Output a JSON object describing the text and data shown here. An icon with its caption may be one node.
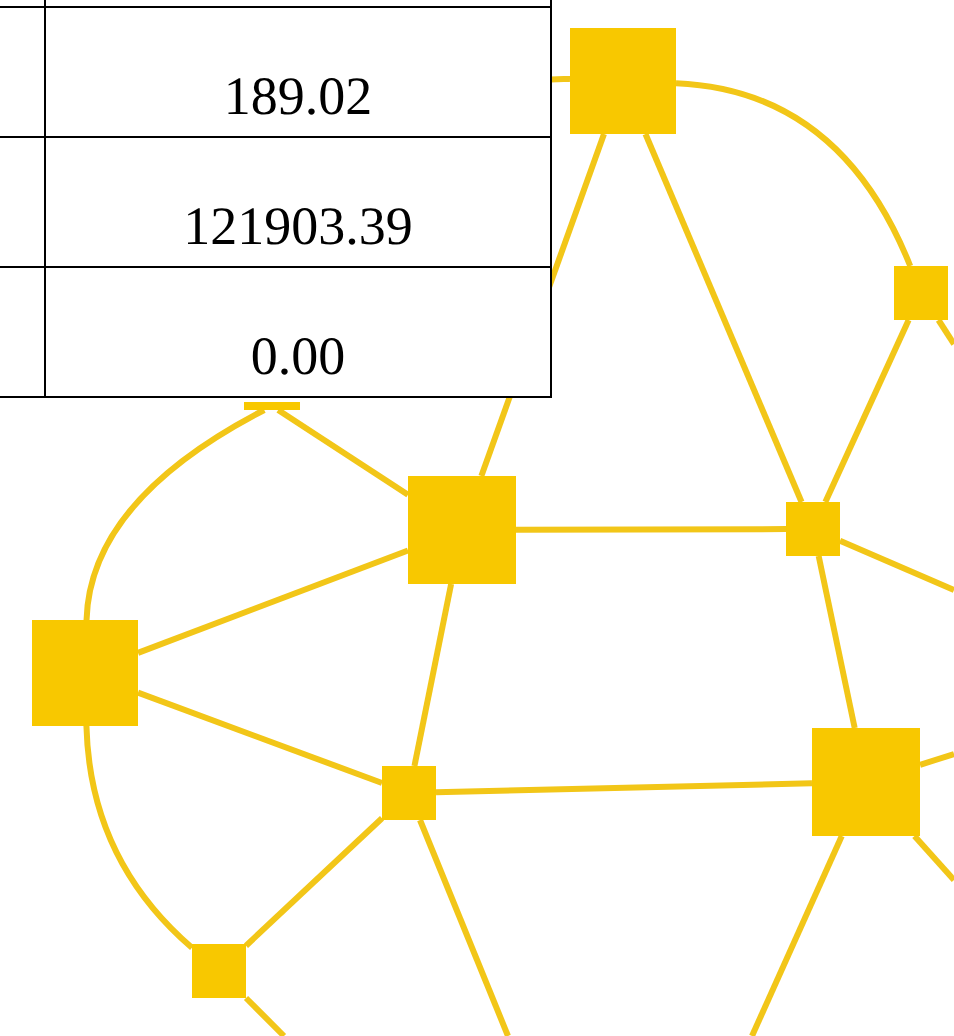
{
  "diagram": {
    "nodes": [
      {
        "text": [],
        "shape": "box"
      },
      {
        "text": [],
        "shape": "box"
      },
      {
        "text": [],
        "shape": "box"
      },
      {
        "text": [],
        "shape": "box"
      },
      {
        "text": [],
        "shape": "box"
      },
      {
        "text": [],
        "shape": "box"
      },
      {
        "text": [],
        "shape": "box"
      },
      {
        "text": [],
        "shape": "box"
      },
      {
        "text": [],
        "shape": "box"
      }
    ],
    "edges": [
      {
        "from": null,
        "to": 0,
        "arrow": "none"
      },
      {
        "from": 0,
        "to": 1,
        "arrow": "none"
      },
      {
        "from": 0,
        "to": 3,
        "arrow": "none"
      },
      {
        "from": 0,
        "to": 4,
        "arrow": "none"
      },
      {
        "from": 1,
        "to": 4,
        "arrow": "none"
      },
      {
        "from": 1,
        "to": null,
        "arrow": "none"
      },
      {
        "from": 2,
        "to": 3,
        "arrow": "none"
      },
      {
        "from": 2,
        "to": 5,
        "arrow": "none"
      },
      {
        "from": 3,
        "to": 4,
        "arrow": "none"
      },
      {
        "from": 3,
        "to": 5,
        "arrow": "none"
      },
      {
        "from": 3,
        "to": 7,
        "arrow": "none"
      },
      {
        "from": 4,
        "to": null,
        "arrow": "none"
      },
      {
        "from": 4,
        "to": 6,
        "arrow": "none"
      },
      {
        "from": 5,
        "to": 7,
        "arrow": "none"
      },
      {
        "from": 5,
        "to": 8,
        "arrow": "none"
      },
      {
        "from": 7,
        "to": 8,
        "arrow": "none"
      },
      {
        "from": 7,
        "to": 6,
        "arrow": "none"
      },
      {
        "from": 7,
        "to": null,
        "arrow": "none"
      },
      {
        "from": 6,
        "to": null,
        "arrow": "none"
      },
      {
        "from": 6,
        "to": null,
        "arrow": "none"
      },
      {
        "from": 6,
        "to": null,
        "arrow": "none"
      },
      {
        "from": 8,
        "to": null,
        "arrow": "none"
      }
    ],
    "labels": [
      "189.02",
      "121903.39",
      "0.00"
    ]
  }
}
